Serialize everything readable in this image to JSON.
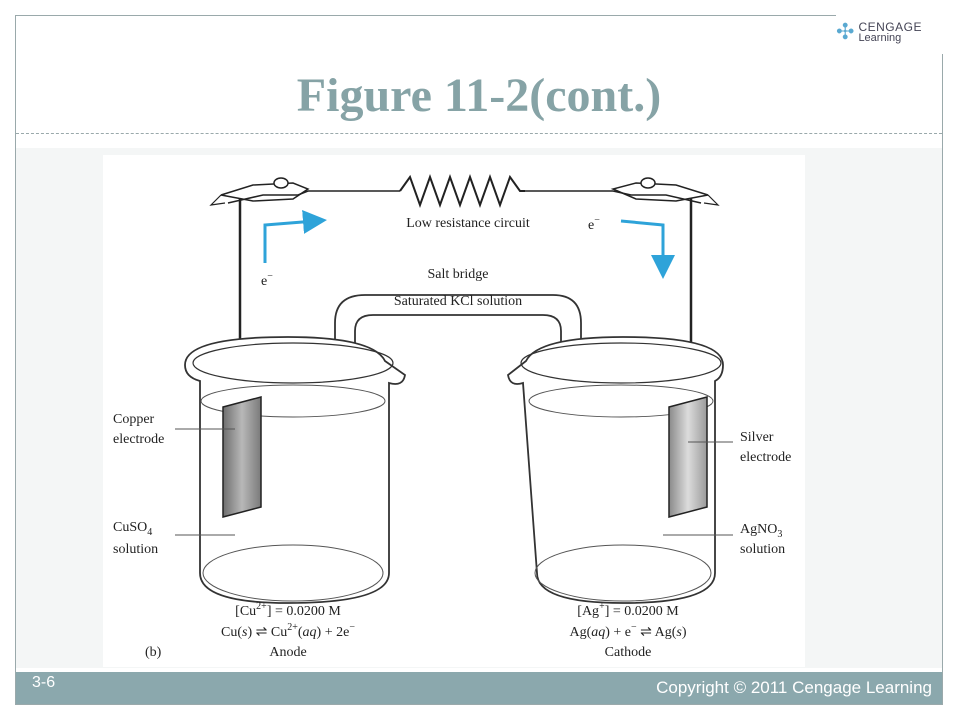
{
  "slide": {
    "title": "Figure 11-2(cont.)",
    "number": "3-6",
    "copyright": "Copyright © 2011 Cengage Learning"
  },
  "logo": {
    "icon": "cengage-logo-icon",
    "line1": "CENGAGE",
    "line2": "Learning"
  },
  "colors": {
    "title": "#86a3a6",
    "footer": "#8ba8ad",
    "electron_arrow": "#2ea3d9"
  },
  "diagram": {
    "circuit_label": "Low resistance circuit",
    "electron_left": "e",
    "electron_right": "e",
    "electron_superscript": "−",
    "salt_bridge": "Salt bridge",
    "salt_bridge_solution": "Saturated KCl solution",
    "copper_electrode_line1": "Copper",
    "copper_electrode_line2": "electrode",
    "cuso4_line1": "CuSO",
    "cuso4_sub": "4",
    "cuso4_line2": "solution",
    "silver_electrode_line1": "Silver",
    "silver_electrode_line2": "electrode",
    "agno3_line1": "AgNO",
    "agno3_sub": "3",
    "agno3_line2": "solution",
    "anode_conc_a": "[Cu",
    "anode_conc_sup": "2+",
    "anode_conc_b": "] = 0.0200 M",
    "anode_rxn_a": "Cu(",
    "anode_rxn_s": "s",
    "anode_rxn_b": ") ",
    "anode_rxn_c": " Cu",
    "anode_rxn_sup": "2+",
    "anode_rxn_d": "(",
    "anode_rxn_aq": "aq",
    "anode_rxn_e": ") + 2e",
    "anode_rxn_sup2": "−",
    "anode_label": "Anode",
    "cathode_conc_a": "[Ag",
    "cathode_conc_sup": "+",
    "cathode_conc_b": "] = 0.0200 M",
    "cathode_rxn_a": "Ag(",
    "cathode_rxn_aq": "aq",
    "cathode_rxn_b": ") + e",
    "cathode_rxn_sup": "−",
    "cathode_rxn_c": " Ag(",
    "cathode_rxn_s": "s",
    "cathode_rxn_d": ")",
    "cathode_label": "Cathode",
    "panel_label": "(b)"
  }
}
